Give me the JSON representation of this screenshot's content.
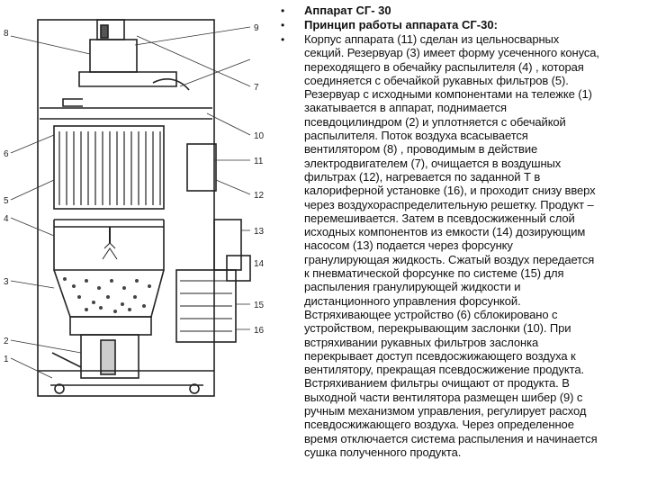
{
  "slide": {
    "bullets": [
      {
        "text": "Аппарат СГ- 30"
      },
      {
        "text": "Принцип работы аппарата СГ-30:"
      },
      {
        "text": "Корпус аппарата (11) сделан из цельносварных\nсекций. Резервуар (3) имеет форму усеченного конуса,\nпереходящего в обечайку распылителя (4) , которая\nсоединяется с обечайкой рукавных фильтров (5).\nРезервуар с исходными компонентами на тележке (1)\nзакатывается в аппарат, поднимается\nпсевдоцилиндром (2) и уплотняется с обечайкой\nраспылителя. Поток воздуха всасывается\nвентилятором (8) , проводимым в действие\nэлектродвигателем (7), очищается в воздушных\nфильтрах (12), нагревается по заданной Т в\nкалориферной установке (16), и проходит снизу вверх\nчерез воздухораспределительную решетку. Продукт –\nперемешивается. Затем в псевдосжиженный слой\nисходных компонентов из емкости (14) дозирующим\nнасосом (13) подается через форсунку\nгранулирующая жидкость. Сжатый воздух передается\nк пневматической форсунке по системе (15) для\nраспыления гранулирующей жидкости и\nдистанционного управления форсункой.\nВстряхивающее устройство (6) сблокировано с\nустройством, перекрывающим заслонки (10). При\nвстряхивании рукавных фильтров заслонка\nперекрывает доступ псевдосжижающего воздуха к\nвентилятору, прекращая псевдосжижение продукта.\nВстряхиванием фильтры очищают от продукта. В\nвыходной части вентилятора размещен шибер (9) с\nручным механизмом управления, регулирует расход\nпсевдосжижающего воздуха. Через определенное\nвремя отключается система распыления и начинается\nсушка полученного продукта."
      }
    ],
    "bullet_glyph": "•"
  },
  "figure": {
    "labels": {
      "l8": "8",
      "l9": "9",
      "l10": "10",
      "l11": "11",
      "l6": "6",
      "l5": "5",
      "l12": "12",
      "l13": "13",
      "l4": "4",
      "l14": "14",
      "l3": "3",
      "l15": "15",
      "l16": "16",
      "l2": "2",
      "l1": "1",
      "l7": "7"
    }
  }
}
